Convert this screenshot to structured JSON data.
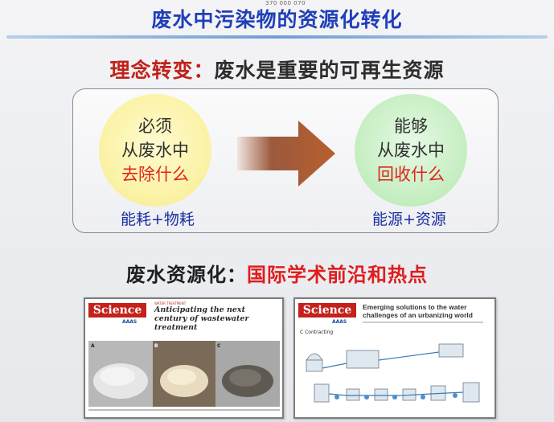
{
  "header": {
    "code_text": "370 000 070",
    "title": "废水中污染物的资源化转化"
  },
  "headline": {
    "prefix": "理念转变：",
    "main": "废水是重要的可再生资源"
  },
  "concept": {
    "left": {
      "line1": "必须",
      "line2": "从废水中",
      "line3": "去除什么",
      "caption": "能耗+物耗"
    },
    "right": {
      "line1": "能够",
      "line2": "从废水中",
      "line3": "回收什么",
      "caption": "能源+资源"
    }
  },
  "subhead": {
    "prefix": "废水资源化：",
    "main": "国际学术前沿和热点"
  },
  "cards": [
    {
      "logo": "Science",
      "publisher": "AAAS",
      "kicker": "WATER TREATMENT",
      "title": "Anticipating the next century of wastewater treatment",
      "figure_labels": [
        "A",
        "B",
        "C"
      ]
    },
    {
      "logo": "Science",
      "publisher": "AAAS",
      "title": "Emerging solutions to the water challenges of an urbanizing world",
      "figure_labels": [
        "C  Contracting"
      ]
    }
  ],
  "colors": {
    "title_blue": "#1f3fb8",
    "headline_red": "#c0221a",
    "caption_blue": "#1b2fa0",
    "accent_red": "#e0241b",
    "arrow_brown": "#b35a2a",
    "circle_left": "#fbf3a8",
    "circle_right": "#c9efc5",
    "science_red": "#c3211a"
  }
}
